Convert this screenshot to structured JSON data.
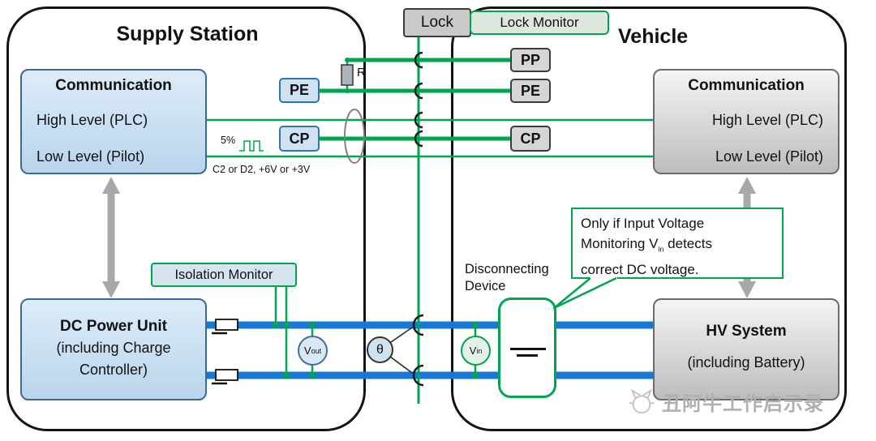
{
  "colors": {
    "green": "#00A550",
    "blue": "#1878D8",
    "light_blue": "#CFE2F3",
    "gray": "#D6D6D6"
  },
  "supply": {
    "title": "Supply Station",
    "comm": {
      "title": "Communication",
      "high": "High Level (PLC)",
      "low": "Low Level (Pilot)"
    },
    "pe": "PE",
    "cp": "CP",
    "pulse": "5%",
    "pilot_note": "C2 or D2, +6V or +3V",
    "isolation_monitor": "Isolation Monitor",
    "dc_unit": {
      "l1": "DC Power Unit",
      "l2": "(including Charge",
      "l3": "Controller)"
    },
    "vout": {
      "v": "V",
      "sub": "out"
    }
  },
  "coupler": {
    "lock": "Lock",
    "lock_monitor": "Lock Monitor",
    "r": "R",
    "theta": "θ"
  },
  "vehicle": {
    "title": "Vehicle",
    "pp": "PP",
    "pe": "PE",
    "cp": "CP",
    "comm": {
      "title": "Communication",
      "high": "High Level (PLC)",
      "low": "Low Level (Pilot)"
    },
    "disconnect": {
      "l1": "Disconnecting",
      "l2": "Device"
    },
    "callout": {
      "l1": "Only if Input Voltage",
      "l2a": "Monitoring V",
      "l2sub": "in",
      "l2b": " detects",
      "l3": "correct DC voltage."
    },
    "vin": {
      "v": "V",
      "sub": "in"
    },
    "hv": {
      "l1": "HV System",
      "l2": "(including Battery)"
    }
  },
  "watermark": "丑阿牛工作启示录"
}
